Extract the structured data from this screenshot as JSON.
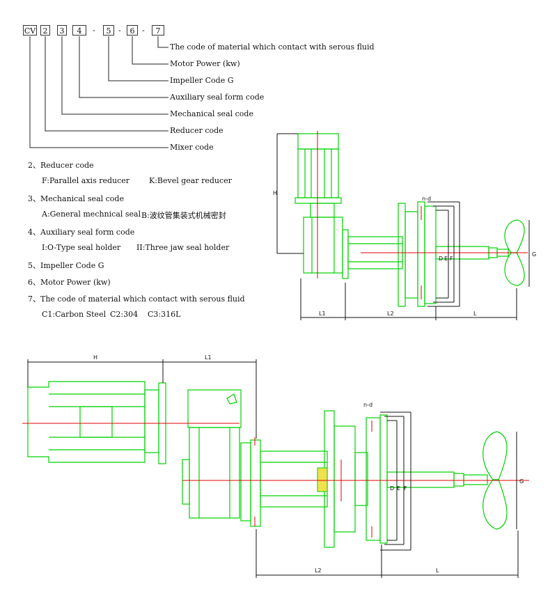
{
  "code": {
    "parts": [
      "CV",
      "2",
      "3",
      "4",
      "5",
      "6",
      "7"
    ],
    "separator": "-"
  },
  "legend": [
    "The code of material which contact with serous fluid",
    "Motor Power (kw)",
    "Impeller Code G",
    "Auxiliary seal form code",
    "Mechanical seal code",
    "Reducer code",
    "Mixer code"
  ],
  "notes": {
    "n2": "2、Reducer code",
    "n2_a": "F:Parallel axis reducer",
    "n2_b": "K:Bevel gear reducer",
    "n3": "3、Mechanical seal code",
    "n3_a": "A:General mechnical seal",
    "n3_b": "B:波纹管集装式机械密封",
    "n4": "4、Auxiliary seal form code",
    "n4_a": "I:O-Type seal holder",
    "n4_b": "II:Three jaw seal holder",
    "n5": "5、Impeller Code G",
    "n6": "6、Motor Power (kw)",
    "n7": "7、The code of material which contact with serous fluid",
    "n7_a": "C1:Carbon Steel",
    "n7_b": "C2:304",
    "n7_c": "C3:316L"
  },
  "dims_top": {
    "H": "H",
    "L1": "L1",
    "L2": "L2",
    "L": "L",
    "G": "G",
    "nd": "n-d",
    "D": "D",
    "E": "E",
    "F": "F"
  },
  "dims_bottom": {
    "H": "H",
    "L1": "L1",
    "L2": "L2",
    "L": "L",
    "G": "G",
    "nd": "n-d",
    "D": "D",
    "E": "E",
    "F": "F"
  },
  "colors": {
    "outline": "#00d000",
    "centerline": "#e00000",
    "dimension": "#111111",
    "highlight": "#f2e050"
  }
}
